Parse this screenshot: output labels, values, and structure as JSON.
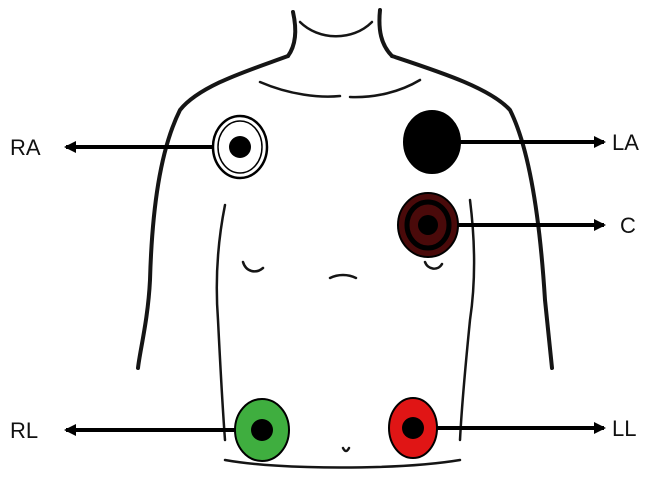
{
  "electrodes": [
    {
      "id": "ra",
      "label": "RA",
      "color": "#ffffff",
      "ring": "#000000",
      "side": "left"
    },
    {
      "id": "la",
      "label": "LA",
      "color": "#000000",
      "ring": "#000000",
      "side": "right"
    },
    {
      "id": "c",
      "label": "C",
      "color": "#4a0a0a",
      "ring": "#000000",
      "side": "right"
    },
    {
      "id": "rl",
      "label": "RL",
      "color": "#3fae3f",
      "ring": "#000000",
      "side": "left"
    },
    {
      "id": "ll",
      "label": "LL",
      "color": "#e01515",
      "ring": "#000000",
      "side": "right"
    }
  ]
}
